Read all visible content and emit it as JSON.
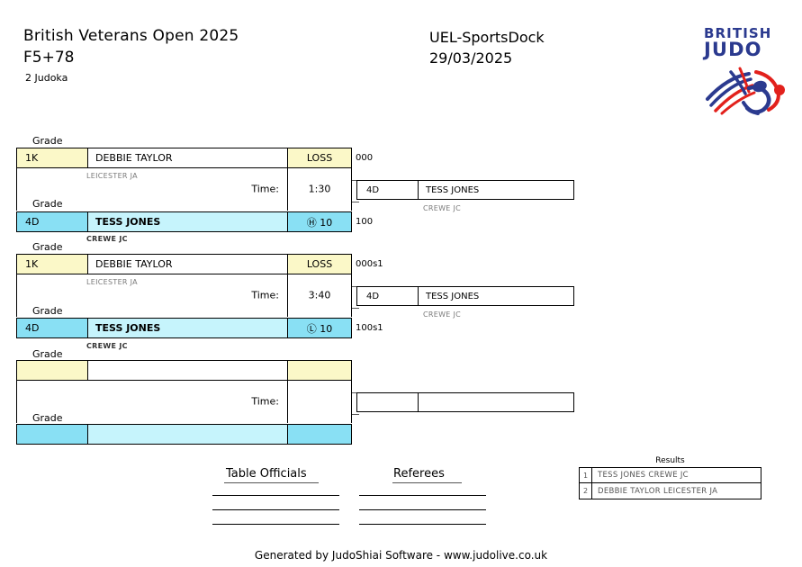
{
  "header": {
    "tournament": "British Veterans Open 2025",
    "category": "F5+78",
    "entrants": "2 Judoka",
    "venue": "UEL-SportsDock",
    "date": "29/03/2025"
  },
  "logo": {
    "line1": "BRITISH",
    "line2": "JUDO"
  },
  "labels": {
    "grade": "Grade",
    "time": "Time:"
  },
  "matches": [
    {
      "id": "match-1",
      "top": {
        "grade": "1K",
        "name": "DEBBIE TAYLOR",
        "club": "LEICESTER JA",
        "score": "LOSS",
        "code": "000"
      },
      "bottom": {
        "grade": "4D",
        "name": "TESS JONES",
        "club": "CREWE JC",
        "score": "Ⓗ 10",
        "code": "100"
      },
      "time": "1:30",
      "winner": {
        "grade": "4D",
        "name": "TESS JONES",
        "club": "CREWE JC"
      }
    },
    {
      "id": "match-2",
      "top": {
        "grade": "1K",
        "name": "DEBBIE TAYLOR",
        "club": "LEICESTER JA",
        "score": "LOSS",
        "code": "000s1"
      },
      "bottom": {
        "grade": "4D",
        "name": "TESS JONES",
        "club": "CREWE JC",
        "score": "Ⓛ 10",
        "code": "100s1"
      },
      "time": "3:40",
      "winner": {
        "grade": "4D",
        "name": "TESS JONES",
        "club": "CREWE JC"
      }
    },
    {
      "id": "match-3",
      "top": {
        "grade": "",
        "name": "",
        "club": "",
        "score": "",
        "code": ""
      },
      "bottom": {
        "grade": "",
        "name": "",
        "club": "",
        "score": "",
        "code": ""
      },
      "time": "",
      "winner": {
        "grade": "",
        "name": "",
        "club": ""
      }
    }
  ],
  "signatures": {
    "table_officials": "Table Officials",
    "referees": "Referees"
  },
  "results": {
    "title": "Results",
    "rows": [
      {
        "rank": "1",
        "name": "TESS JONES CREWE JC"
      },
      {
        "rank": "2",
        "name": "DEBBIE TAYLOR LEICESTER JA"
      }
    ]
  },
  "footer": "Generated by JudoShiai Software - www.judolive.co.uk",
  "colors": {
    "loser_accent": "#fbf8c8",
    "winner_accent": "#89e0f4",
    "winner_name_bg": "#c6f4fc",
    "brand_navy": "#2b3a8f",
    "brand_red": "#e2211c"
  }
}
